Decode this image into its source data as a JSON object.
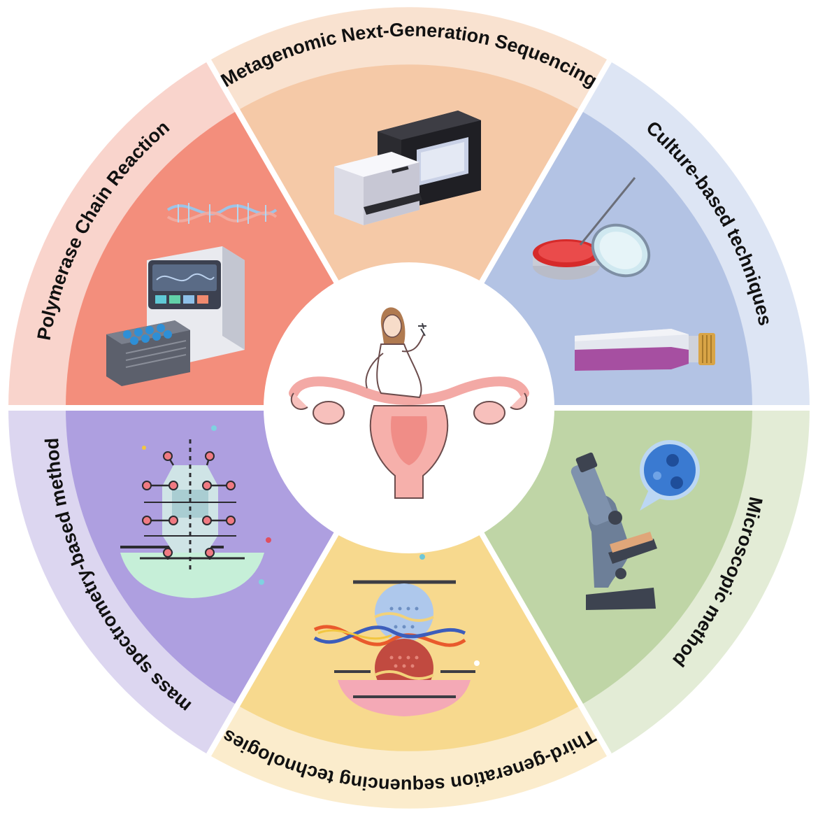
{
  "segments": [
    {
      "label": "Metagenomic Next-Generation Sequencing",
      "icon": "sequencer-machine-icon",
      "outer_color": "#f9e2d0",
      "inner_color": "#f5c9a7"
    },
    {
      "label": "Culture-based techniques",
      "icon": "petri-dish-and-culture-flask-icon",
      "outer_color": "#dde5f4",
      "inner_color": "#b3c3e4"
    },
    {
      "label": "Microscopic method",
      "icon": "microscope-icon",
      "outer_color": "#e3ecd6",
      "inner_color": "#bfd5a6"
    },
    {
      "label": "Third-generation sequencing technologies",
      "icon": "nanopore-dna-icon",
      "outer_color": "#fbeccc",
      "inner_color": "#f7d98e"
    },
    {
      "label": "mass spectrometry-based methods",
      "icon": "mass-spec-molecule-icon",
      "outer_color": "#dcd6f0",
      "inner_color": "#ae9fe0"
    },
    {
      "label": "Polymerase Chain Reaction",
      "icon": "pcr-thermocycler-icon",
      "outer_color": "#f9d4cc",
      "inner_color": "#f38e7c"
    }
  ],
  "center": {
    "icon": "woman-on-uterus-icon"
  }
}
